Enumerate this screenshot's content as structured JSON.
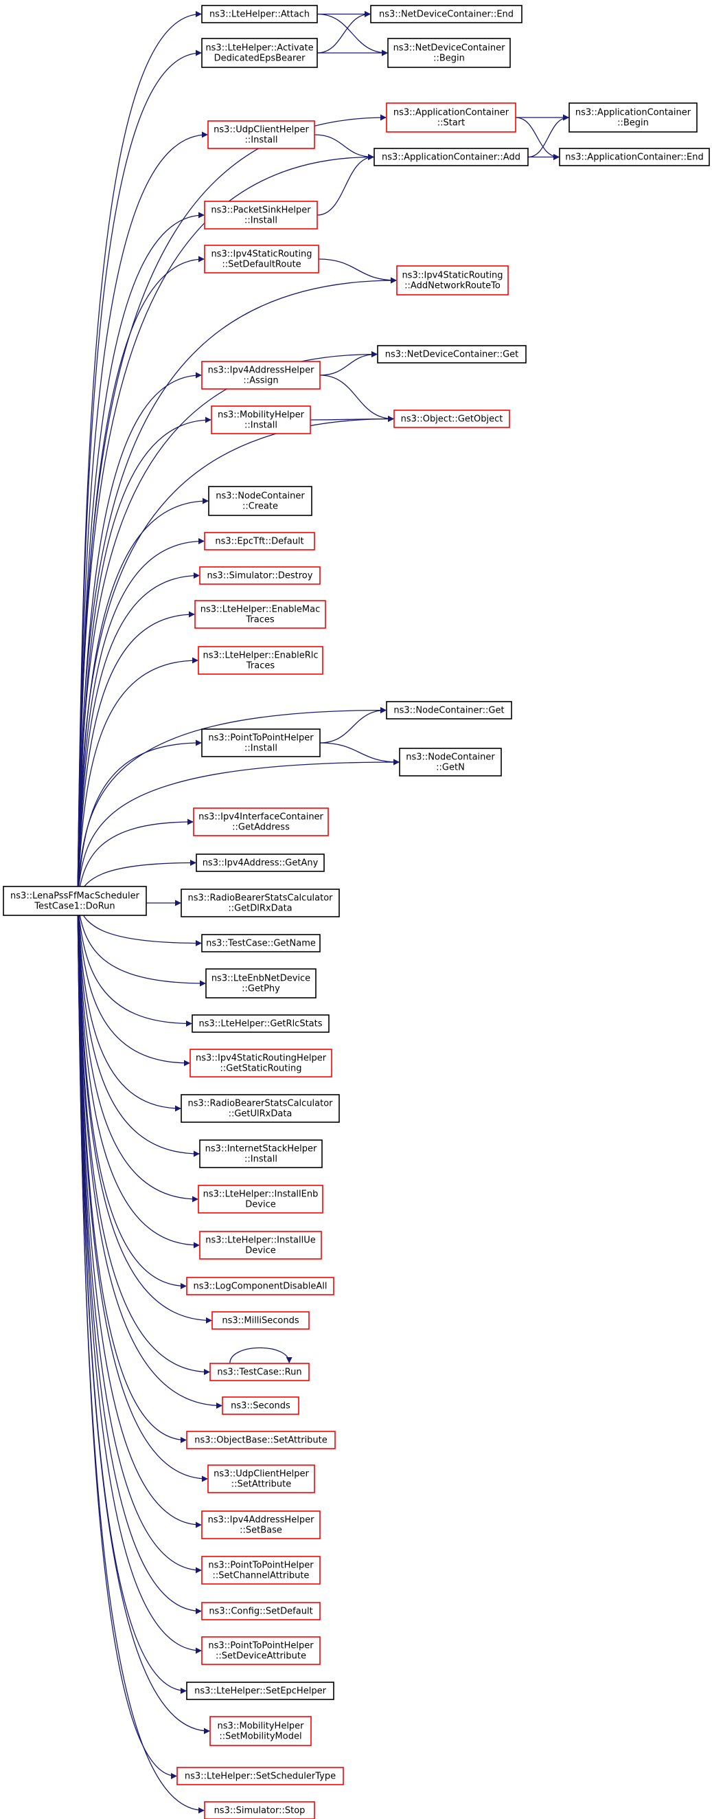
{
  "colors": {
    "edge": "#191970",
    "border_documented": "#000000",
    "border_undocumented": "#ff0000",
    "root_fill": "#bfbfbf",
    "node_fill": "#ffffff"
  },
  "nodes": [
    {
      "id": "root",
      "lines": [
        "ns3::LenaPssFfMacScheduler",
        "TestCase1::DoRun"
      ],
      "border": "black",
      "root": true
    },
    {
      "id": "lte_attach",
      "lines": [
        "ns3::LteHelper::Attach"
      ],
      "border": "black"
    },
    {
      "id": "ndc_end",
      "lines": [
        "ns3::NetDeviceContainer::End"
      ],
      "border": "black"
    },
    {
      "id": "lte_activate",
      "lines": [
        "ns3::LteHelper::Activate",
        "DedicatedEpsBearer"
      ],
      "border": "black"
    },
    {
      "id": "ndc_begin",
      "lines": [
        "ns3::NetDeviceContainer",
        "::Begin"
      ],
      "border": "black"
    },
    {
      "id": "ac_start",
      "lines": [
        "ns3::ApplicationContainer",
        "::Start"
      ],
      "border": "red"
    },
    {
      "id": "ac_begin",
      "lines": [
        "ns3::ApplicationContainer",
        "::Begin"
      ],
      "border": "black"
    },
    {
      "id": "udp_install",
      "lines": [
        "ns3::UdpClientHelper",
        "::Install"
      ],
      "border": "red"
    },
    {
      "id": "ac_add",
      "lines": [
        "ns3::ApplicationContainer::Add"
      ],
      "border": "black"
    },
    {
      "id": "ac_end",
      "lines": [
        "ns3::ApplicationContainer::End"
      ],
      "border": "black"
    },
    {
      "id": "psh_install",
      "lines": [
        "ns3::PacketSinkHelper",
        "::Install"
      ],
      "border": "red"
    },
    {
      "id": "ipv4sr_default",
      "lines": [
        "ns3::Ipv4StaticRouting",
        "::SetDefaultRoute"
      ],
      "border": "red"
    },
    {
      "id": "ipv4sr_addnet",
      "lines": [
        "ns3::Ipv4StaticRouting",
        "::AddNetworkRouteTo"
      ],
      "border": "red"
    },
    {
      "id": "ndc_get",
      "lines": [
        "ns3::NetDeviceContainer::Get"
      ],
      "border": "black"
    },
    {
      "id": "ipv4ah_assign",
      "lines": [
        "ns3::Ipv4AddressHelper",
        "::Assign"
      ],
      "border": "red"
    },
    {
      "id": "obj_getobject",
      "lines": [
        "ns3::Object::GetObject"
      ],
      "border": "red"
    },
    {
      "id": "mh_install",
      "lines": [
        "ns3::MobilityHelper",
        "::Install"
      ],
      "border": "red"
    },
    {
      "id": "nc_create",
      "lines": [
        "ns3::NodeContainer",
        "::Create"
      ],
      "border": "black"
    },
    {
      "id": "epctft_default",
      "lines": [
        "ns3::EpcTft::Default"
      ],
      "border": "red"
    },
    {
      "id": "sim_destroy",
      "lines": [
        "ns3::Simulator::Destroy"
      ],
      "border": "red"
    },
    {
      "id": "lte_enablemac",
      "lines": [
        "ns3::LteHelper::EnableMac",
        "Traces"
      ],
      "border": "red"
    },
    {
      "id": "lte_enablerlc",
      "lines": [
        "ns3::LteHelper::EnableRlc",
        "Traces"
      ],
      "border": "red"
    },
    {
      "id": "nc_get",
      "lines": [
        "ns3::NodeContainer::Get"
      ],
      "border": "black"
    },
    {
      "id": "p2p_install",
      "lines": [
        "ns3::PointToPointHelper",
        "::Install"
      ],
      "border": "black"
    },
    {
      "id": "nc_getn",
      "lines": [
        "ns3::NodeContainer",
        "::GetN"
      ],
      "border": "black"
    },
    {
      "id": "ipv4ic_getaddr",
      "lines": [
        "ns3::Ipv4InterfaceContainer",
        "::GetAddress"
      ],
      "border": "red"
    },
    {
      "id": "ipv4addr_getany",
      "lines": [
        "ns3::Ipv4Address::GetAny"
      ],
      "border": "black"
    },
    {
      "id": "rbsc_getdl",
      "lines": [
        "ns3::RadioBearerStatsCalculator",
        "::GetDlRxData"
      ],
      "border": "black"
    },
    {
      "id": "tc_getname",
      "lines": [
        "ns3::TestCase::GetName"
      ],
      "border": "black"
    },
    {
      "id": "enb_getphy",
      "lines": [
        "ns3::LteEnbNetDevice",
        "::GetPhy"
      ],
      "border": "black"
    },
    {
      "id": "lte_getrlc",
      "lines": [
        "ns3::LteHelper::GetRlcStats"
      ],
      "border": "black"
    },
    {
      "id": "ipv4srh_getstatic",
      "lines": [
        "ns3::Ipv4StaticRoutingHelper",
        "::GetStaticRouting"
      ],
      "border": "red"
    },
    {
      "id": "rbsc_getul",
      "lines": [
        "ns3::RadioBearerStatsCalculator",
        "::GetUlRxData"
      ],
      "border": "black"
    },
    {
      "id": "ish_install",
      "lines": [
        "ns3::InternetStackHelper",
        "::Install"
      ],
      "border": "black"
    },
    {
      "id": "lte_installenb",
      "lines": [
        "ns3::LteHelper::InstallEnb",
        "Device"
      ],
      "border": "red"
    },
    {
      "id": "lte_installue",
      "lines": [
        "ns3::LteHelper::InstallUe",
        "Device"
      ],
      "border": "red"
    },
    {
      "id": "log_disableall",
      "lines": [
        "ns3::LogComponentDisableAll"
      ],
      "border": "red"
    },
    {
      "id": "millis",
      "lines": [
        "ns3::MilliSeconds"
      ],
      "border": "red"
    },
    {
      "id": "tc_run",
      "lines": [
        "ns3::TestCase::Run"
      ],
      "border": "red"
    },
    {
      "id": "seconds",
      "lines": [
        "ns3::Seconds"
      ],
      "border": "red"
    },
    {
      "id": "ob_setattr",
      "lines": [
        "ns3::ObjectBase::SetAttribute"
      ],
      "border": "red"
    },
    {
      "id": "udp_setattr",
      "lines": [
        "ns3::UdpClientHelper",
        "::SetAttribute"
      ],
      "border": "red"
    },
    {
      "id": "ipv4ah_setbase",
      "lines": [
        "ns3::Ipv4AddressHelper",
        "::SetBase"
      ],
      "border": "red"
    },
    {
      "id": "p2p_setchan",
      "lines": [
        "ns3::PointToPointHelper",
        "::SetChannelAttribute"
      ],
      "border": "red"
    },
    {
      "id": "cfg_setdefault",
      "lines": [
        "ns3::Config::SetDefault"
      ],
      "border": "red"
    },
    {
      "id": "p2p_setdev",
      "lines": [
        "ns3::PointToPointHelper",
        "::SetDeviceAttribute"
      ],
      "border": "red"
    },
    {
      "id": "lte_setepc",
      "lines": [
        "ns3::LteHelper::SetEpcHelper"
      ],
      "border": "black"
    },
    {
      "id": "mh_setmob",
      "lines": [
        "ns3::MobilityHelper",
        "::SetMobilityModel"
      ],
      "border": "red"
    },
    {
      "id": "lte_setsched",
      "lines": [
        "ns3::LteHelper::SetSchedulerType"
      ],
      "border": "red"
    },
    {
      "id": "sim_stop",
      "lines": [
        "ns3::Simulator::Stop"
      ],
      "border": "red"
    }
  ],
  "edges": [
    [
      "root",
      "lte_attach"
    ],
    [
      "root",
      "lte_activate"
    ],
    [
      "root",
      "ac_start"
    ],
    [
      "root",
      "udp_install"
    ],
    [
      "root",
      "ac_add"
    ],
    [
      "root",
      "psh_install"
    ],
    [
      "root",
      "ipv4sr_default"
    ],
    [
      "root",
      "ipv4sr_addnet"
    ],
    [
      "root",
      "ndc_get"
    ],
    [
      "root",
      "ipv4ah_assign"
    ],
    [
      "root",
      "mh_install"
    ],
    [
      "root",
      "obj_getobject"
    ],
    [
      "root",
      "nc_create"
    ],
    [
      "root",
      "epctft_default"
    ],
    [
      "root",
      "sim_destroy"
    ],
    [
      "root",
      "lte_enablemac"
    ],
    [
      "root",
      "lte_enablerlc"
    ],
    [
      "root",
      "nc_get"
    ],
    [
      "root",
      "p2p_install"
    ],
    [
      "root",
      "nc_getn"
    ],
    [
      "root",
      "ipv4ic_getaddr"
    ],
    [
      "root",
      "ipv4addr_getany"
    ],
    [
      "root",
      "rbsc_getdl"
    ],
    [
      "root",
      "tc_getname"
    ],
    [
      "root",
      "enb_getphy"
    ],
    [
      "root",
      "lte_getrlc"
    ],
    [
      "root",
      "ipv4srh_getstatic"
    ],
    [
      "root",
      "rbsc_getul"
    ],
    [
      "root",
      "ish_install"
    ],
    [
      "root",
      "lte_installenb"
    ],
    [
      "root",
      "lte_installue"
    ],
    [
      "root",
      "log_disableall"
    ],
    [
      "root",
      "millis"
    ],
    [
      "root",
      "tc_run"
    ],
    [
      "root",
      "seconds"
    ],
    [
      "root",
      "ob_setattr"
    ],
    [
      "root",
      "udp_setattr"
    ],
    [
      "root",
      "ipv4ah_setbase"
    ],
    [
      "root",
      "p2p_setchan"
    ],
    [
      "root",
      "cfg_setdefault"
    ],
    [
      "root",
      "p2p_setdev"
    ],
    [
      "root",
      "lte_setepc"
    ],
    [
      "root",
      "mh_setmob"
    ],
    [
      "root",
      "lte_setsched"
    ],
    [
      "root",
      "sim_stop"
    ],
    [
      "lte_attach",
      "ndc_end"
    ],
    [
      "lte_attach",
      "ndc_begin"
    ],
    [
      "lte_activate",
      "ndc_end"
    ],
    [
      "lte_activate",
      "ndc_begin"
    ],
    [
      "ac_start",
      "ac_begin"
    ],
    [
      "ac_start",
      "ac_end"
    ],
    [
      "udp_install",
      "ac_add"
    ],
    [
      "psh_install",
      "ac_add"
    ],
    [
      "ac_add",
      "ac_begin"
    ],
    [
      "ac_add",
      "ac_end"
    ],
    [
      "ipv4sr_default",
      "ipv4sr_addnet"
    ],
    [
      "ipv4ah_assign",
      "ndc_get"
    ],
    [
      "ipv4ah_assign",
      "obj_getobject"
    ],
    [
      "mh_install",
      "obj_getobject"
    ],
    [
      "p2p_install",
      "nc_get"
    ],
    [
      "p2p_install",
      "nc_getn"
    ],
    [
      "tc_run",
      "tc_run"
    ]
  ]
}
